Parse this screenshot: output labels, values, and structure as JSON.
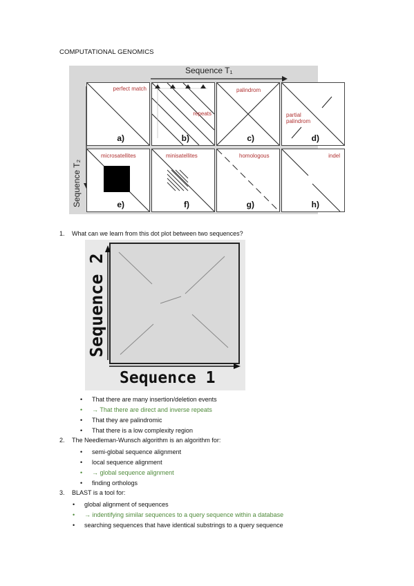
{
  "doc": {
    "title": "COMPUTATIONAL GENOMICS"
  },
  "figure1": {
    "axis_x": "Sequence T₁",
    "axis_y": "Sequence T₂",
    "cells": [
      {
        "label": "perfect match",
        "letter": "a)"
      },
      {
        "label": "repeats",
        "letter": "b)"
      },
      {
        "label": "palindrom",
        "letter": "c)"
      },
      {
        "label": "partial\npalindrom",
        "letter": "d)"
      },
      {
        "label": "microsatellites",
        "letter": "e)"
      },
      {
        "label": "minisatellites",
        "letter": "f)"
      },
      {
        "label": "homologous",
        "letter": "g)"
      },
      {
        "label": "indel",
        "letter": "h)"
      }
    ]
  },
  "questions": [
    {
      "number": "1.",
      "text": "What can we learn from this dot plot between two sequences?",
      "figure": {
        "ylabel": "Sequence 2",
        "xlabel": "Sequence 1"
      },
      "options": [
        {
          "text": "That there are many insertion/deletion events",
          "correct": false
        },
        {
          "text": "→ That there are direct and inverse repeats",
          "correct": true
        },
        {
          "text": "That they are palindromic",
          "correct": false
        },
        {
          "text": "That there is a low complexity region",
          "correct": false
        }
      ]
    },
    {
      "number": "2.",
      "text": "The Needleman-Wunsch algorithm is an algorithm for:",
      "options": [
        {
          "text": "semi-global sequence alignment",
          "correct": false
        },
        {
          "text": "local sequence alignment",
          "correct": false
        },
        {
          "text": "→ global sequence alignment",
          "correct": true
        },
        {
          "text": "finding orthologs",
          "correct": false
        }
      ]
    },
    {
      "number": "3.",
      "text": "BLAST is a tool for:",
      "options": [
        {
          "text": "global alignment of sequences",
          "correct": false
        },
        {
          "text": "→ indentifying similar sequences to a query sequence within a database",
          "correct": true
        },
        {
          "text": "searching sequences that have identical substrings to a query sequence",
          "correct": false
        }
      ]
    }
  ],
  "bullet": "•",
  "colors": {
    "correct": "#4f8a3a",
    "cell_label": "#b03030"
  }
}
